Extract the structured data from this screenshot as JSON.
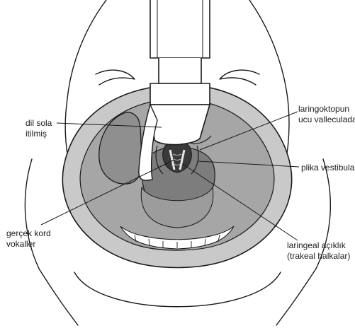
{
  "labels": {
    "dil_sola": {
      "line1": "dil sola",
      "line2": "itilmiş"
    },
    "laringoktopun": {
      "line1": "laringoktopun",
      "line2": "ucu valleculada"
    },
    "plika": {
      "line1": "plika vestibularis"
    },
    "gercek_kord": {
      "line1": "gerçek kord",
      "line2": "vokaller"
    },
    "laringeal": {
      "line1": "laringeal açıklık",
      "line2": "(trakeal halkalar)"
    }
  },
  "colors": {
    "ink": "#1a1a1a",
    "mouth_fill": "#b8b8b8",
    "tissue_fill": "#9a9a9a",
    "dark_fill": "#4a4a4a",
    "background": "#ffffff"
  }
}
